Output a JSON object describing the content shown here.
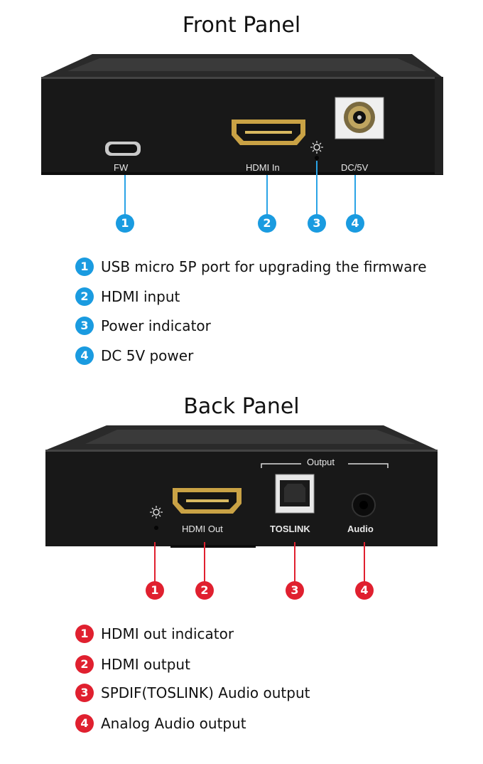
{
  "front": {
    "title": "Front Panel",
    "port_labels": {
      "fw": "FW",
      "hdmi_in": "HDMI In",
      "dc": "DC/5V"
    },
    "markers": [
      "1",
      "2",
      "3",
      "4"
    ],
    "items": [
      {
        "num": "1",
        "text": "USB micro 5P port for upgrading the firmware"
      },
      {
        "num": "2",
        "text": "HDMI input"
      },
      {
        "num": "3",
        "text": "Power indicator"
      },
      {
        "num": "4",
        "text": "DC 5V power"
      }
    ]
  },
  "back": {
    "title": "Back Panel",
    "port_labels": {
      "output": "Output",
      "hdmi_out": "HDMI Out",
      "toslink": "TOSLINK",
      "audio": "Audio"
    },
    "markers": [
      "1",
      "2",
      "3",
      "4"
    ],
    "items": [
      {
        "num": "1",
        "text": "HDMI out indicator"
      },
      {
        "num": "2",
        "text": "HDMI output"
      },
      {
        "num": "3",
        "text": "SPDIF(TOSLINK) Audio output"
      },
      {
        "num": "4",
        "text": "Analog Audio output"
      }
    ]
  },
  "colors": {
    "front_accent": "#1a9be0",
    "back_accent": "#e0202f",
    "device_body": "#1b1b1b"
  },
  "icons": [
    "micro-usb-port",
    "hdmi-port",
    "sun-indicator-icon",
    "dc-jack",
    "toslink-port",
    "audio-jack"
  ]
}
